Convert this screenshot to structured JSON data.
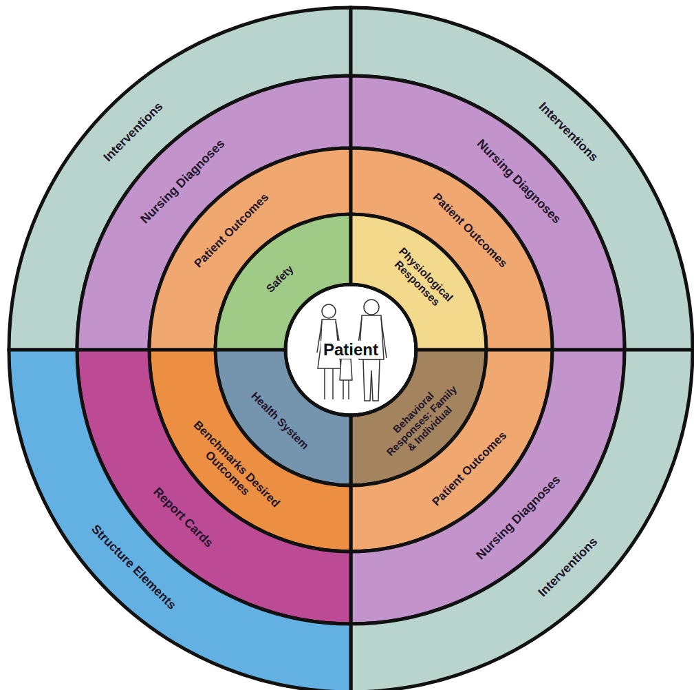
{
  "diagram": {
    "nodes": [
      {
        "text": [
          "Patient"
        ]
      },
      {
        "text": [
          "Interventions"
        ]
      },
      {
        "text": [
          "Nursing Diagnoses"
        ]
      },
      {
        "text": [
          "Patient Outcomes"
        ]
      },
      {
        "text": [
          "Safety"
        ]
      },
      {
        "text": [
          "Interventions"
        ]
      },
      {
        "text": [
          "Nursing Diagnoses"
        ]
      },
      {
        "text": [
          "Patient Outcomes"
        ]
      },
      {
        "text": [
          "Physiological Responses"
        ]
      },
      {
        "text": [
          "Behavioral Responses: Family & Individual"
        ]
      },
      {
        "text": [
          "Patient Outcomes"
        ]
      },
      {
        "text": [
          "Nursing Diagnoses"
        ]
      },
      {
        "text": [
          "Interventions"
        ]
      },
      {
        "text": [
          "Health System"
        ]
      },
      {
        "text": [
          "Benchmarks Desired Outcomes"
        ]
      },
      {
        "text": [
          "Report Cards"
        ]
      },
      {
        "text": [
          "Structure Elements"
        ]
      }
    ]
  }
}
